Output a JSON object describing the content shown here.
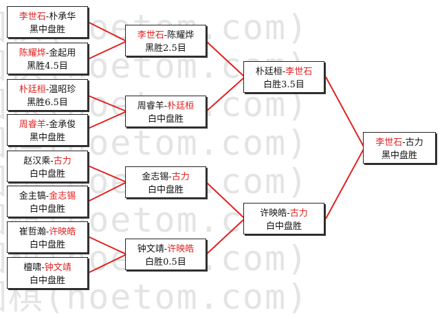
{
  "watermark": "围棋(hoetom.com)",
  "bracket": {
    "round1": [
      {
        "p1": "李世石",
        "sep": "-",
        "p2": "朴承华",
        "winner": 1,
        "result": "黑中盘胜"
      },
      {
        "p1": "陈耀烨",
        "sep": "-",
        "p2": "金起用",
        "winner": 1,
        "result": "黑胜4.5目"
      },
      {
        "p1": "朴廷桓",
        "sep": "-",
        "p2": "温昭珍",
        "winner": 1,
        "result": "黑胜6.5目"
      },
      {
        "p1": "周睿羊",
        "sep": "-",
        "p2": "金承俊",
        "winner": 1,
        "result": "黑中盘胜"
      },
      {
        "p1": "赵汉乘",
        "sep": "-",
        "p2": "古力",
        "winner": 2,
        "result": "白中盘胜"
      },
      {
        "p1": "金主镐",
        "sep": "-",
        "p2": "金志锡",
        "winner": 2,
        "result": "白中盘胜"
      },
      {
        "p1": "崔哲瀚",
        "sep": "-",
        "p2": "许映皓",
        "winner": 2,
        "result": "白中盘胜"
      },
      {
        "p1": "檀啸",
        "sep": "-",
        "p2": "钟文靖",
        "winner": 2,
        "result": "白中盘胜"
      }
    ],
    "round2": [
      {
        "p1": "李世石",
        "sep": "-",
        "p2": "陈耀烨",
        "winner": 1,
        "result": "黑胜2.5目"
      },
      {
        "p1": "周睿羊",
        "sep": "-",
        "p2": "朴廷桓",
        "winner": 2,
        "result": "白中盘胜"
      },
      {
        "p1": "金志锡",
        "sep": "-",
        "p2": "古力",
        "winner": 2,
        "result": "白中盘胜"
      },
      {
        "p1": "钟文靖",
        "sep": "-",
        "p2": "许映皓",
        "winner": 2,
        "result": "白胜0.5目"
      }
    ],
    "round3": [
      {
        "p1": "朴廷桓",
        "sep": "-",
        "p2": "李世石",
        "winner": 2,
        "result": "白胜3.5目"
      },
      {
        "p1": "许映皓",
        "sep": "-",
        "p2": "古力",
        "winner": 2,
        "result": "白中盘胜"
      }
    ],
    "final": [
      {
        "p1": "李世石",
        "sep": "-",
        "p2": "古力",
        "winner": 1,
        "result": "黑中盘胜"
      }
    ]
  },
  "colors": {
    "winner": "#e02020",
    "connector": "#e02020",
    "border": "#222222",
    "text": "#111111"
  }
}
